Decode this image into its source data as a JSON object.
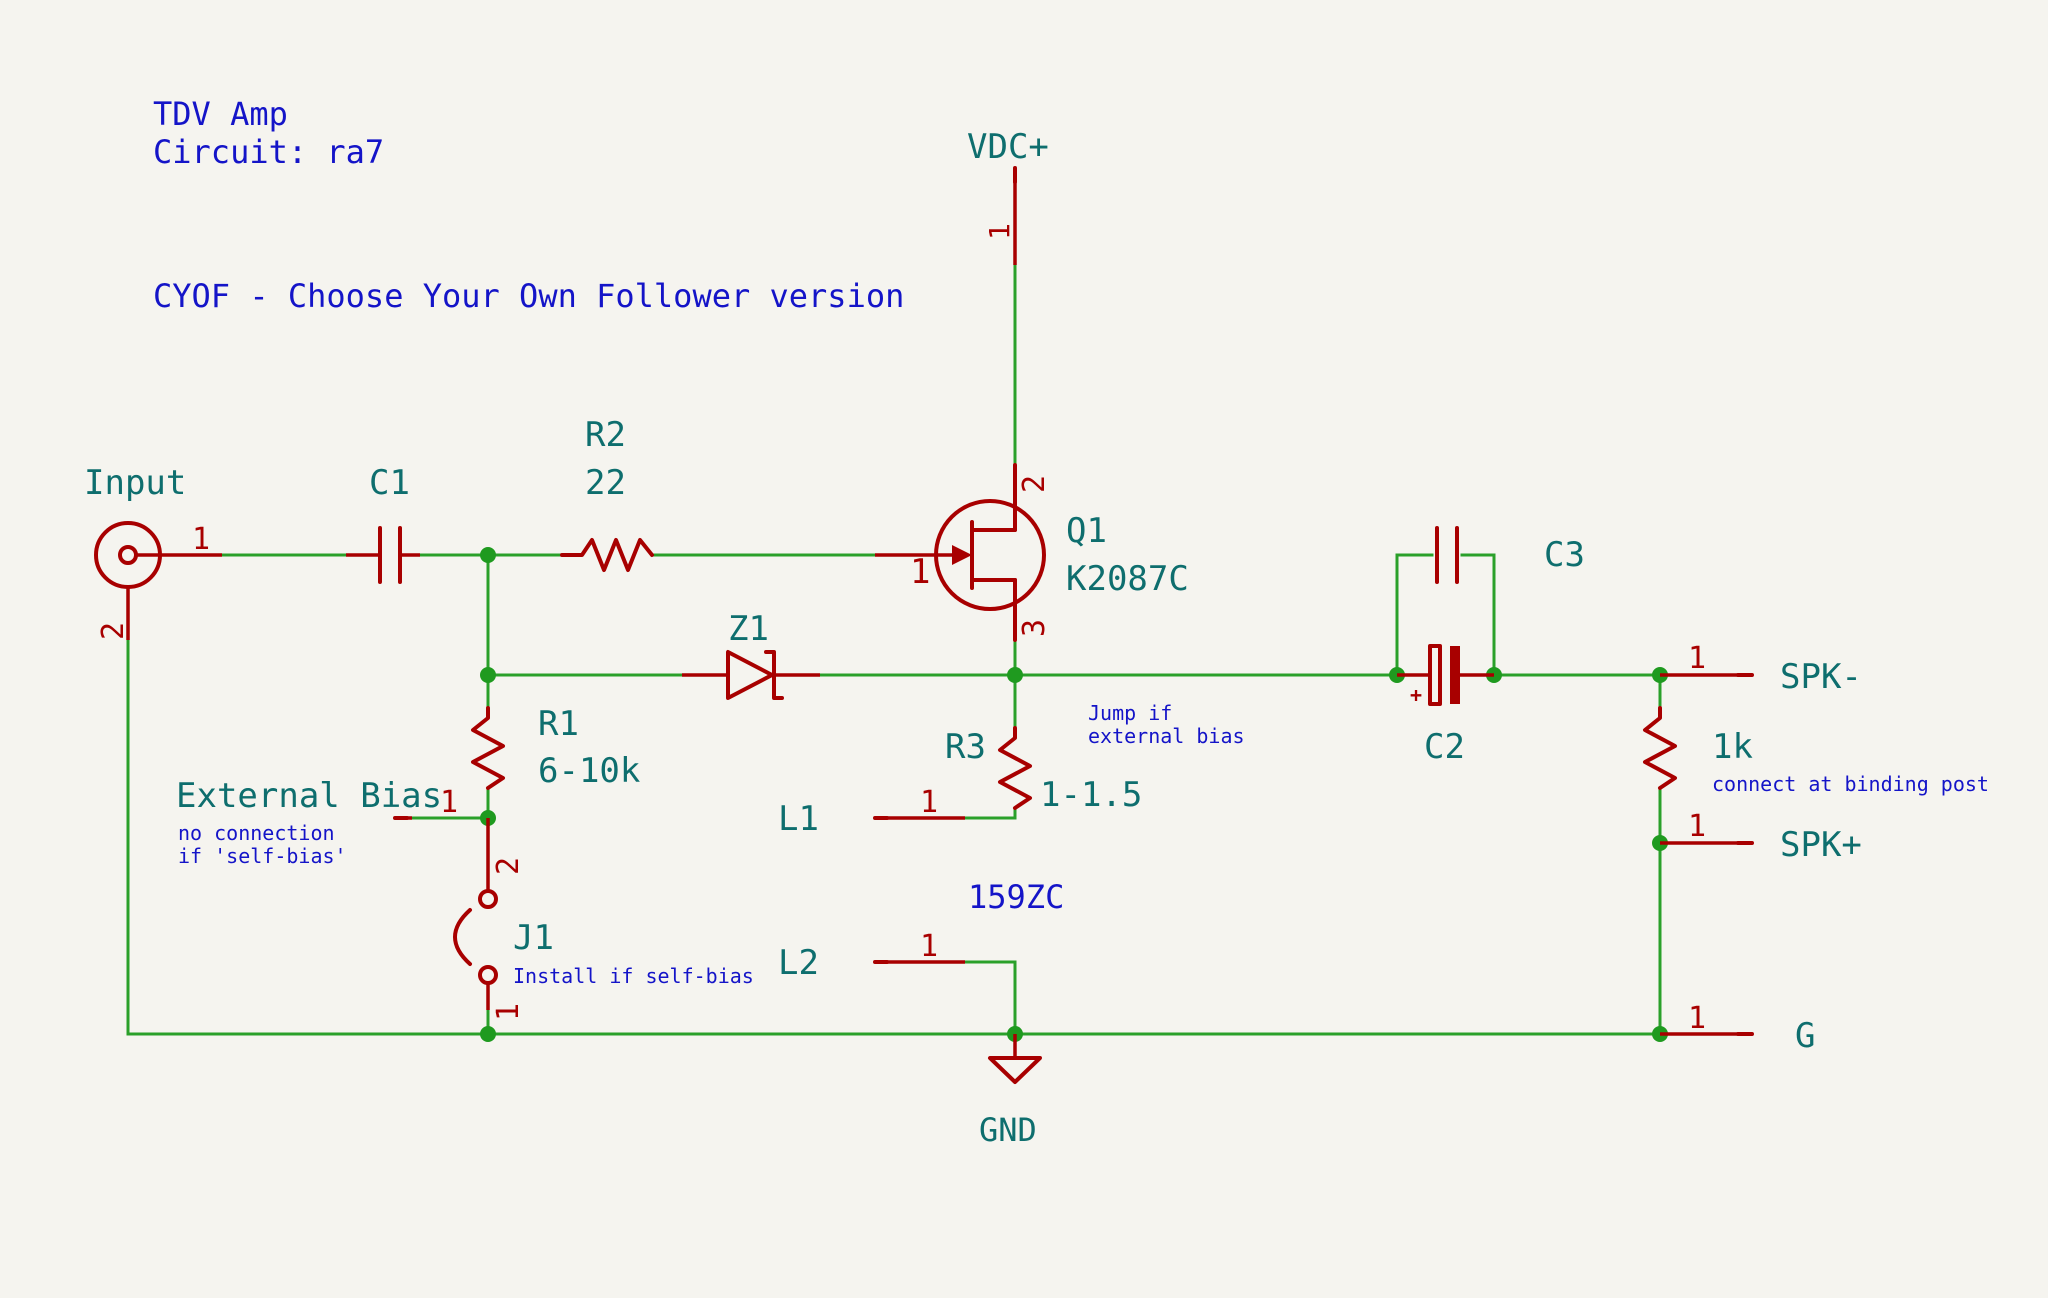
{
  "colors": {
    "background": "#f5f4ef",
    "wire": "#2aa02a",
    "component": "#a80000",
    "reference": "#0e6e6e",
    "note": "#1414c8"
  },
  "notes": {
    "title_line1": "TDV Amp",
    "title_line2": "Circuit: ra7",
    "cyof": "CYOF - Choose Your Own Follower version",
    "jump_line1": "Jump if",
    "jump_line2": "external bias",
    "no_conn_line1": "no connection",
    "no_conn_line2": "if 'self-bias'",
    "install": "Install if self-bias",
    "connect": "connect at binding post",
    "part_159zc": "159ZC"
  },
  "labels": {
    "vdc": "VDC+",
    "gnd": "GND",
    "input": "Input",
    "c1": "C1",
    "r2": "R2",
    "r2_value": "22",
    "q1": "Q1",
    "q1_value": "K2087C",
    "z1": "Z1",
    "r1": "R1",
    "r1_value": "6-10k",
    "r3": "R3",
    "r3_value": "1-1.5",
    "external_bias": "External Bias",
    "j1": "J1",
    "l1": "L1",
    "l2": "L2",
    "c2": "C2",
    "c3": "C3",
    "spk_minus": "SPK-",
    "spk_plus": "SPK+",
    "g": "G",
    "r_1k": "1k",
    "c2_polarity": "+"
  },
  "pins": {
    "vdc": "1",
    "input_sig": "1",
    "input_gnd": "2",
    "q1_gate": "1",
    "q1_drain": "2",
    "q1_source": "3",
    "ext_bias": "1",
    "j1_top": "2",
    "j1_bottom": "1",
    "l1": "1",
    "l2": "1",
    "spk_minus": "1",
    "spk_plus": "1",
    "g": "1"
  }
}
